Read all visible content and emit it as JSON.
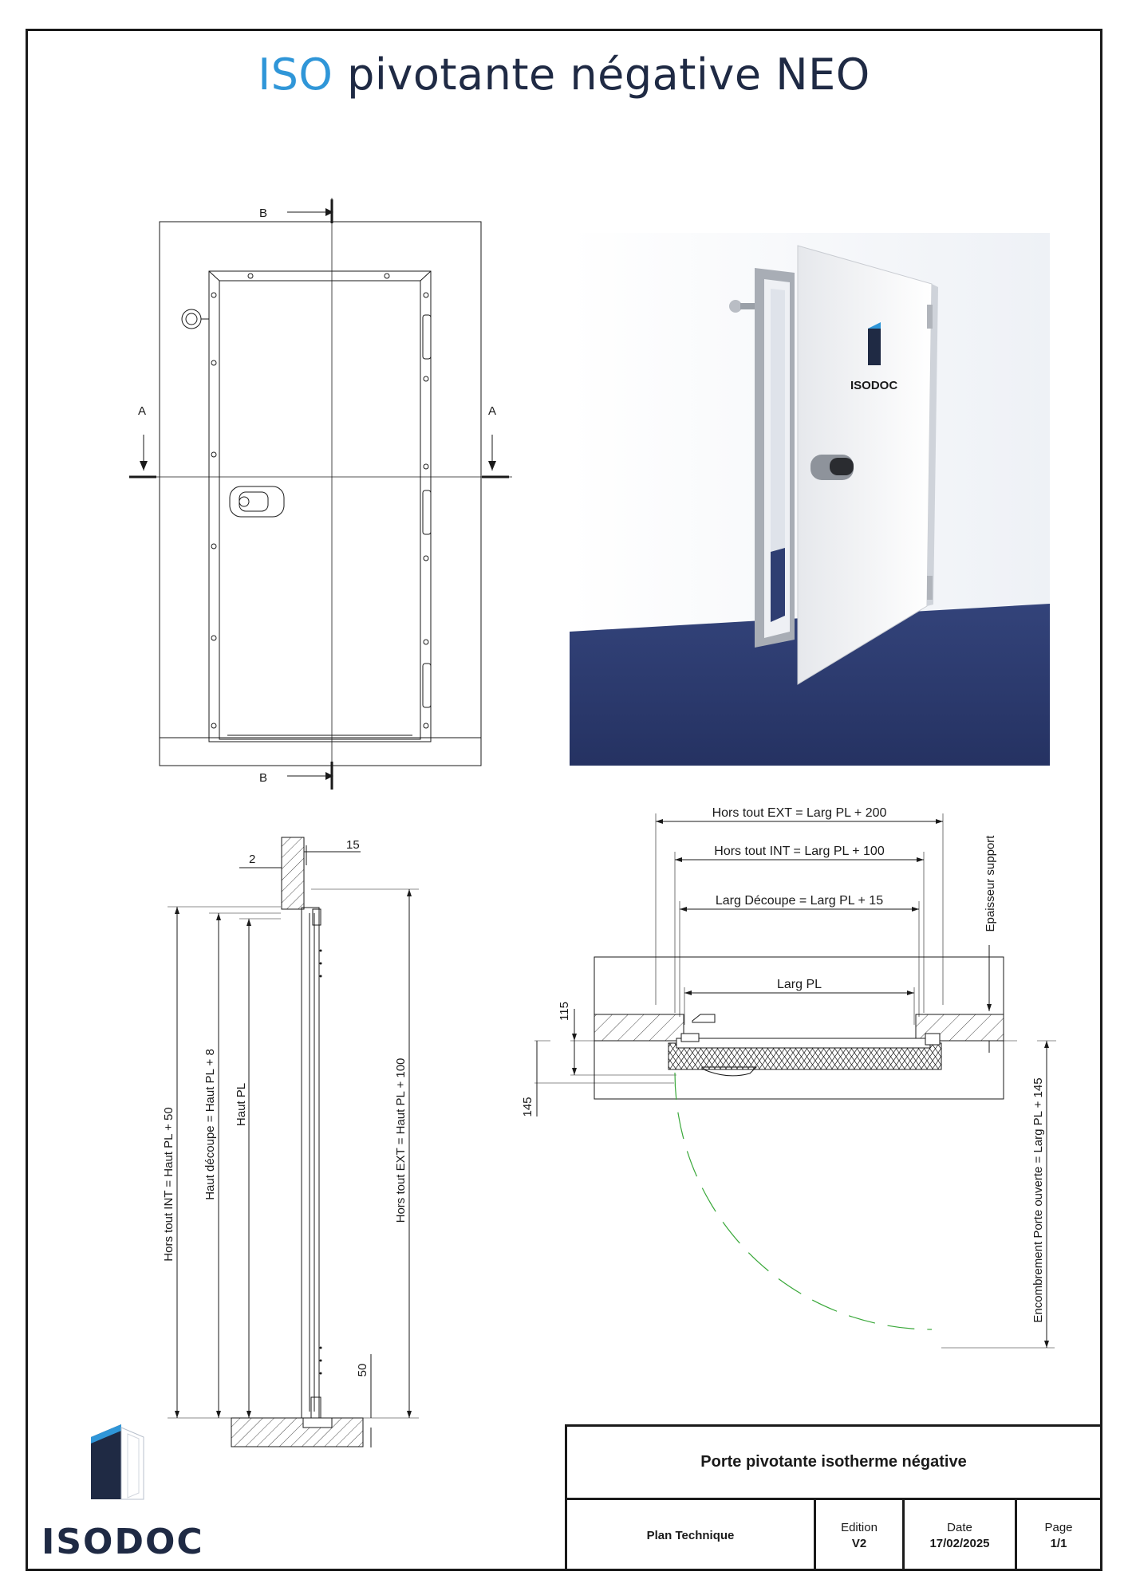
{
  "header": {
    "title_iso": "ISO",
    "title_rest": " pivotante négative NEO"
  },
  "front_view": {
    "section_b": "B",
    "section_a": "A"
  },
  "photo": {
    "brand": "ISODOC"
  },
  "side_view": {
    "dim_2": "2",
    "dim_15": "15",
    "dim_50": "50",
    "hors_tout_int": "Hors tout INT = Haut PL + 50",
    "haut_decoupe": "Haut découpe = Haut PL + 8",
    "haut_pl": "Haut PL",
    "hors_tout_ext": "Hors tout EXT = Haut PL + 100"
  },
  "plan_view": {
    "hors_tout_ext": "Hors tout EXT = Larg PL + 200",
    "hors_tout_int": "Hors tout INT = Larg PL + 100",
    "larg_decoupe": "Larg Découpe = Larg PL + 15",
    "larg_pl": "Larg PL",
    "epaisseur": "Epaisseur support",
    "dim_115": "115",
    "dim_145": "145",
    "encombrement": "Encombrement Porte ouverte = Larg PL + 145"
  },
  "title_block": {
    "product": "Porte pivotante isotherme négative",
    "plan": "Plan Technique",
    "edition_label": "Edition",
    "edition_value": "V2",
    "date_label": "Date",
    "date_value": "17/02/2025",
    "page_label": "Page",
    "page_value": "1/1"
  },
  "logo": {
    "text": "ISODOC"
  },
  "colors": {
    "accent": "#2f96d8",
    "navy": "#1f2a44",
    "floor": "#2d3b68",
    "arc": "#3aa83a"
  }
}
